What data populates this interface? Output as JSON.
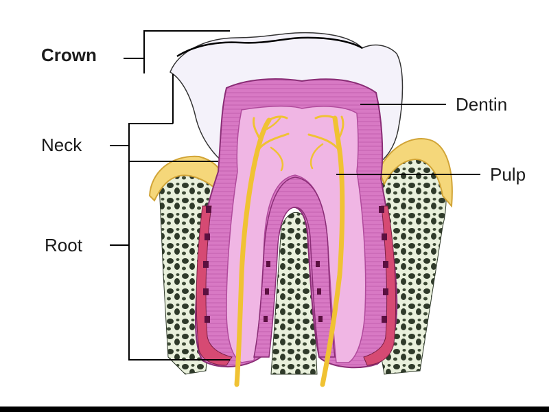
{
  "labels": {
    "crown": "Crown",
    "neck": "Neck",
    "root": "Root",
    "dentin": "Dentin",
    "pulp": "Pulp"
  },
  "colors": {
    "enamel": "#f4f2fa",
    "dentin": "#d879c4",
    "dentin_inner": "#b04a9c",
    "pulp": "#f0b6e4",
    "nerves": "#f0c233",
    "gum": "#f5d77a",
    "bone": "#2f3a2a",
    "bone_light": "#e9f0dc",
    "cementum": "#d64a73",
    "line": "#000000"
  }
}
